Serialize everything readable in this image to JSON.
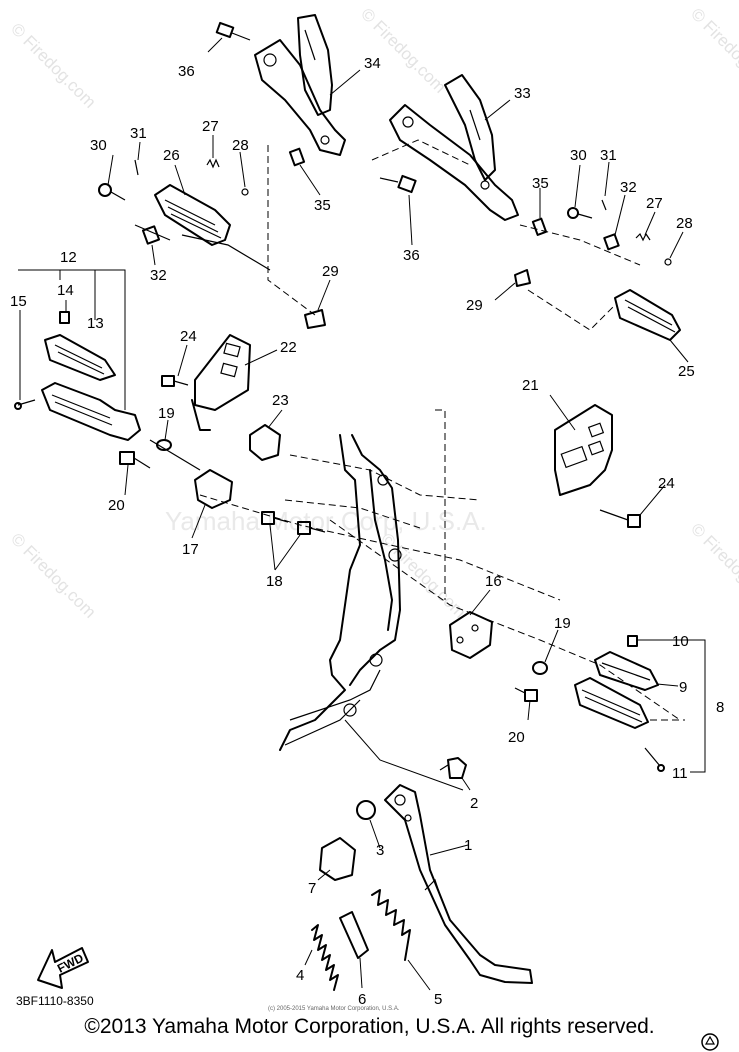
{
  "diagram": {
    "callouts": [
      {
        "id": "c36a",
        "text": "36"
      },
      {
        "id": "c34",
        "text": "34"
      },
      {
        "id": "c33",
        "text": "33"
      },
      {
        "id": "c30a",
        "text": "30"
      },
      {
        "id": "c31a",
        "text": "31"
      },
      {
        "id": "c27a",
        "text": "27"
      },
      {
        "id": "c28a",
        "text": "28"
      },
      {
        "id": "c26",
        "text": "26"
      },
      {
        "id": "c35a",
        "text": "35"
      },
      {
        "id": "c30b",
        "text": "30"
      },
      {
        "id": "c31b",
        "text": "31"
      },
      {
        "id": "c35b",
        "text": "35"
      },
      {
        "id": "c32b",
        "text": "32"
      },
      {
        "id": "c27b",
        "text": "27"
      },
      {
        "id": "c28b",
        "text": "28"
      },
      {
        "id": "c36b",
        "text": "36"
      },
      {
        "id": "c12",
        "text": "12"
      },
      {
        "id": "c14",
        "text": "14"
      },
      {
        "id": "c13",
        "text": "13"
      },
      {
        "id": "c15",
        "text": "15"
      },
      {
        "id": "c32a",
        "text": "32"
      },
      {
        "id": "c29a",
        "text": "29"
      },
      {
        "id": "c29b",
        "text": "29"
      },
      {
        "id": "c25",
        "text": "25"
      },
      {
        "id": "c24a",
        "text": "24"
      },
      {
        "id": "c22",
        "text": "22"
      },
      {
        "id": "c19a",
        "text": "19"
      },
      {
        "id": "c23",
        "text": "23"
      },
      {
        "id": "c21",
        "text": "21"
      },
      {
        "id": "c20a",
        "text": "20"
      },
      {
        "id": "c17",
        "text": "17"
      },
      {
        "id": "c24b",
        "text": "24"
      },
      {
        "id": "c18",
        "text": "18"
      },
      {
        "id": "c16",
        "text": "16"
      },
      {
        "id": "c19b",
        "text": "19"
      },
      {
        "id": "c10",
        "text": "10"
      },
      {
        "id": "c9",
        "text": "9"
      },
      {
        "id": "c8",
        "text": "8"
      },
      {
        "id": "c20b",
        "text": "20"
      },
      {
        "id": "c11",
        "text": "11"
      },
      {
        "id": "c2",
        "text": "2"
      },
      {
        "id": "c1",
        "text": "1"
      },
      {
        "id": "c3",
        "text": "3"
      },
      {
        "id": "c7",
        "text": "7"
      },
      {
        "id": "c4",
        "text": "4"
      },
      {
        "id": "c6",
        "text": "6"
      },
      {
        "id": "c5",
        "text": "5"
      }
    ],
    "fwd_label": "FWD",
    "drawing_code": "3BF1110-8350",
    "small_copyright": "(c) 2005-2015 Yamaha Motor Corporation, U.S.A.",
    "watermark_center": "Yamaha Motor Corp, U.S.A.",
    "watermark_corner": "© Firedog.com"
  },
  "footer": {
    "copyright": "©2013 Yamaha Motor Corporation, U.S.A. All rights reserved."
  }
}
